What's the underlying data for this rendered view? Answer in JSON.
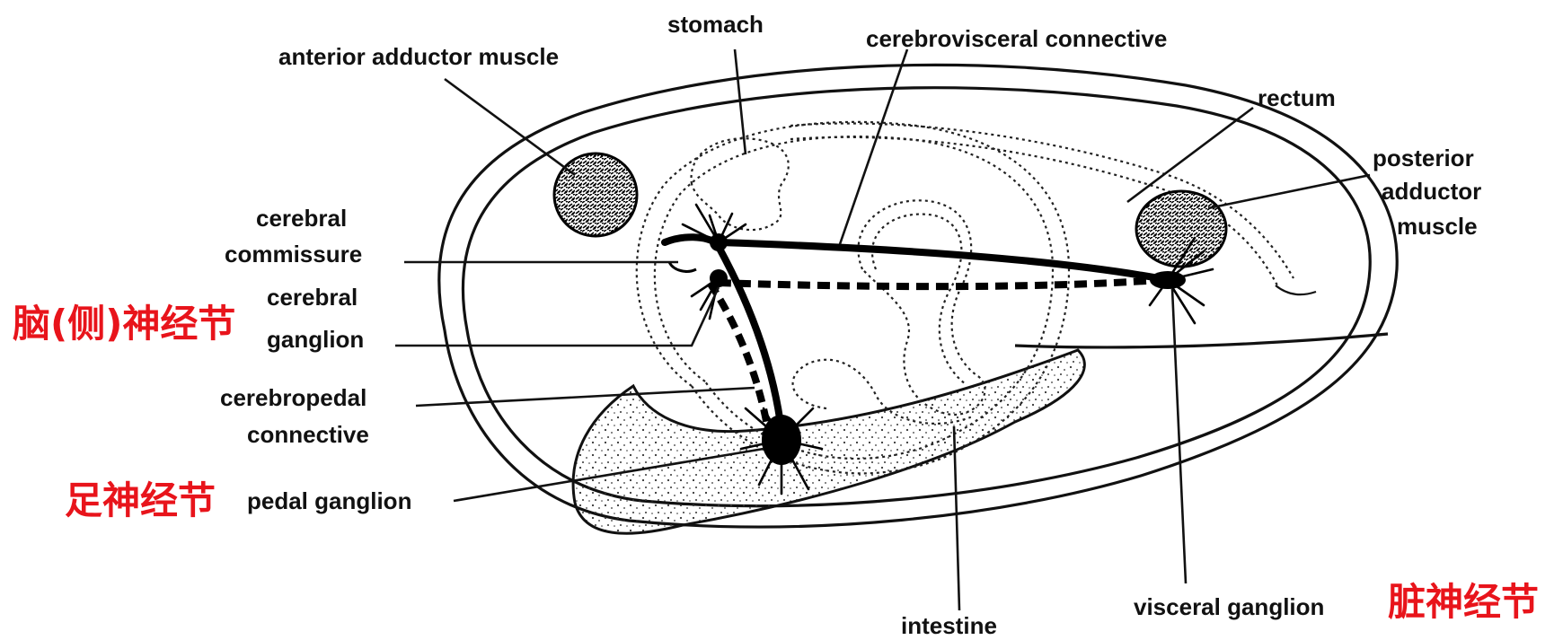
{
  "labels": {
    "stomach": "stomach",
    "cerebrovisceral_connective": "cerebrovisceral connective",
    "anterior_adductor_muscle": "anterior adductor muscle",
    "rectum": "rectum",
    "posterior_adductor_muscle": [
      "posterior",
      "adductor",
      "muscle"
    ],
    "cerebral_commissure": [
      "cerebral",
      "commissure"
    ],
    "cerebral_ganglion": [
      "cerebral",
      "ganglion"
    ],
    "cerebropedal_connective": [
      "cerebropedal",
      "connective"
    ],
    "pedal_ganglion": "pedal ganglion",
    "intestine": "intestine",
    "visceral_ganglion": "visceral ganglion"
  },
  "annotations_cn": {
    "cerebral_ganglion": "脑(侧)神经节",
    "pedal_ganglion": "足神经节",
    "visceral_ganglion": "脏神经节"
  },
  "colors": {
    "annotation": "#e8141b",
    "ink": "#111111"
  }
}
